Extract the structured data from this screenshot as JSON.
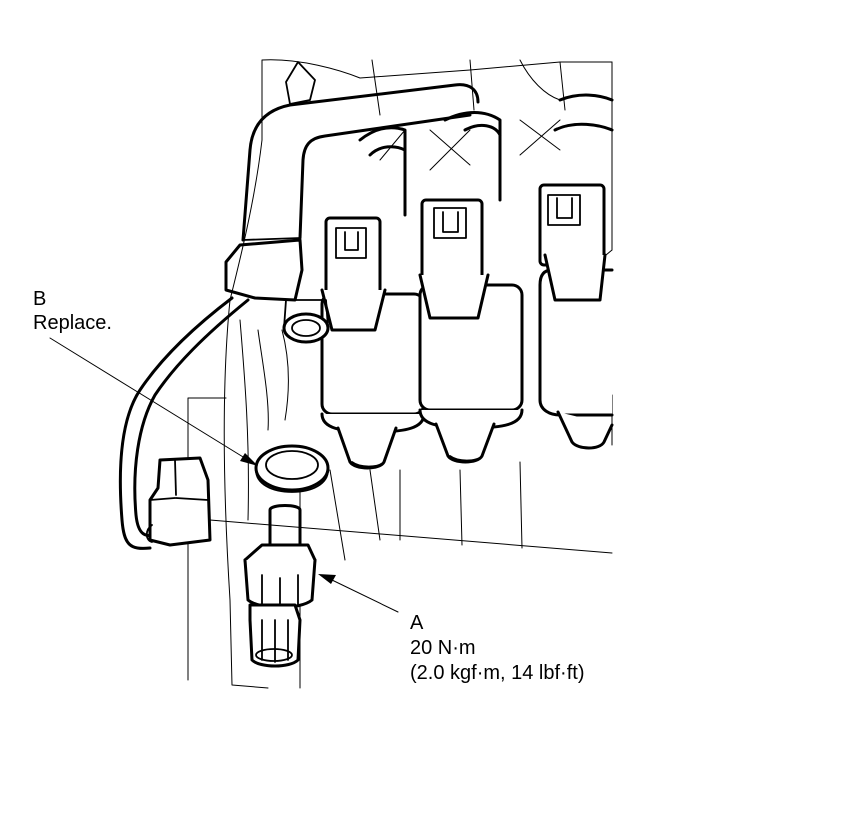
{
  "callout_b": {
    "letter": "B",
    "note": "Replace."
  },
  "callout_a": {
    "letter": "A",
    "torque": "20 N·m",
    "torque_alt": "(2.0 kgf·m, 14 lbf·ft)"
  }
}
